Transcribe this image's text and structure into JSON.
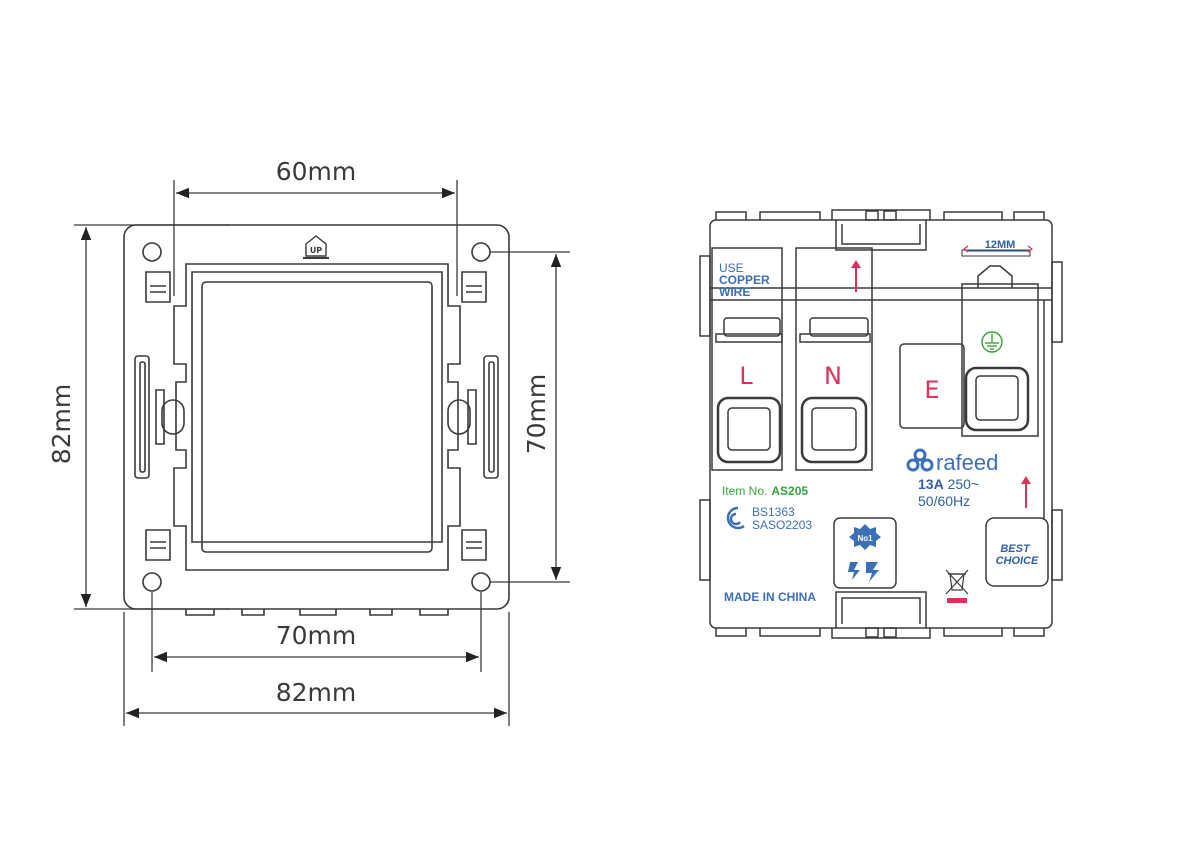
{
  "dimensions": {
    "top_width": "60mm",
    "left_height": "82mm",
    "right_height": "70mm",
    "bottom_inner_width": "70mm",
    "bottom_outer_width": "82mm"
  },
  "frame": {
    "up_mark": "UP"
  },
  "module": {
    "strip_label": "12MM",
    "wire_label_1": "USE",
    "wire_label_2": "COPPER",
    "wire_label_3": "WIRE",
    "terminal_l": "L",
    "terminal_n": "N",
    "terminal_e": "E",
    "brand": "rafeed",
    "rating_1_bold": "13A",
    "rating_1_rest": " 250~",
    "rating_2": "50/60Hz",
    "item_prefix": "Item No.",
    "item_code": "AS205",
    "standard_1": "BS1363",
    "standard_2": "SASO2203",
    "made_in": "MADE IN CHINA",
    "badge_line_1": "BEST",
    "badge_line_2": "CHOICE",
    "no1_mark": "No1"
  },
  "colors": {
    "line": "#3a3a3a",
    "brand_blue": "#3b6fb6",
    "green": "#3aa13a",
    "red": "#e0305a"
  }
}
